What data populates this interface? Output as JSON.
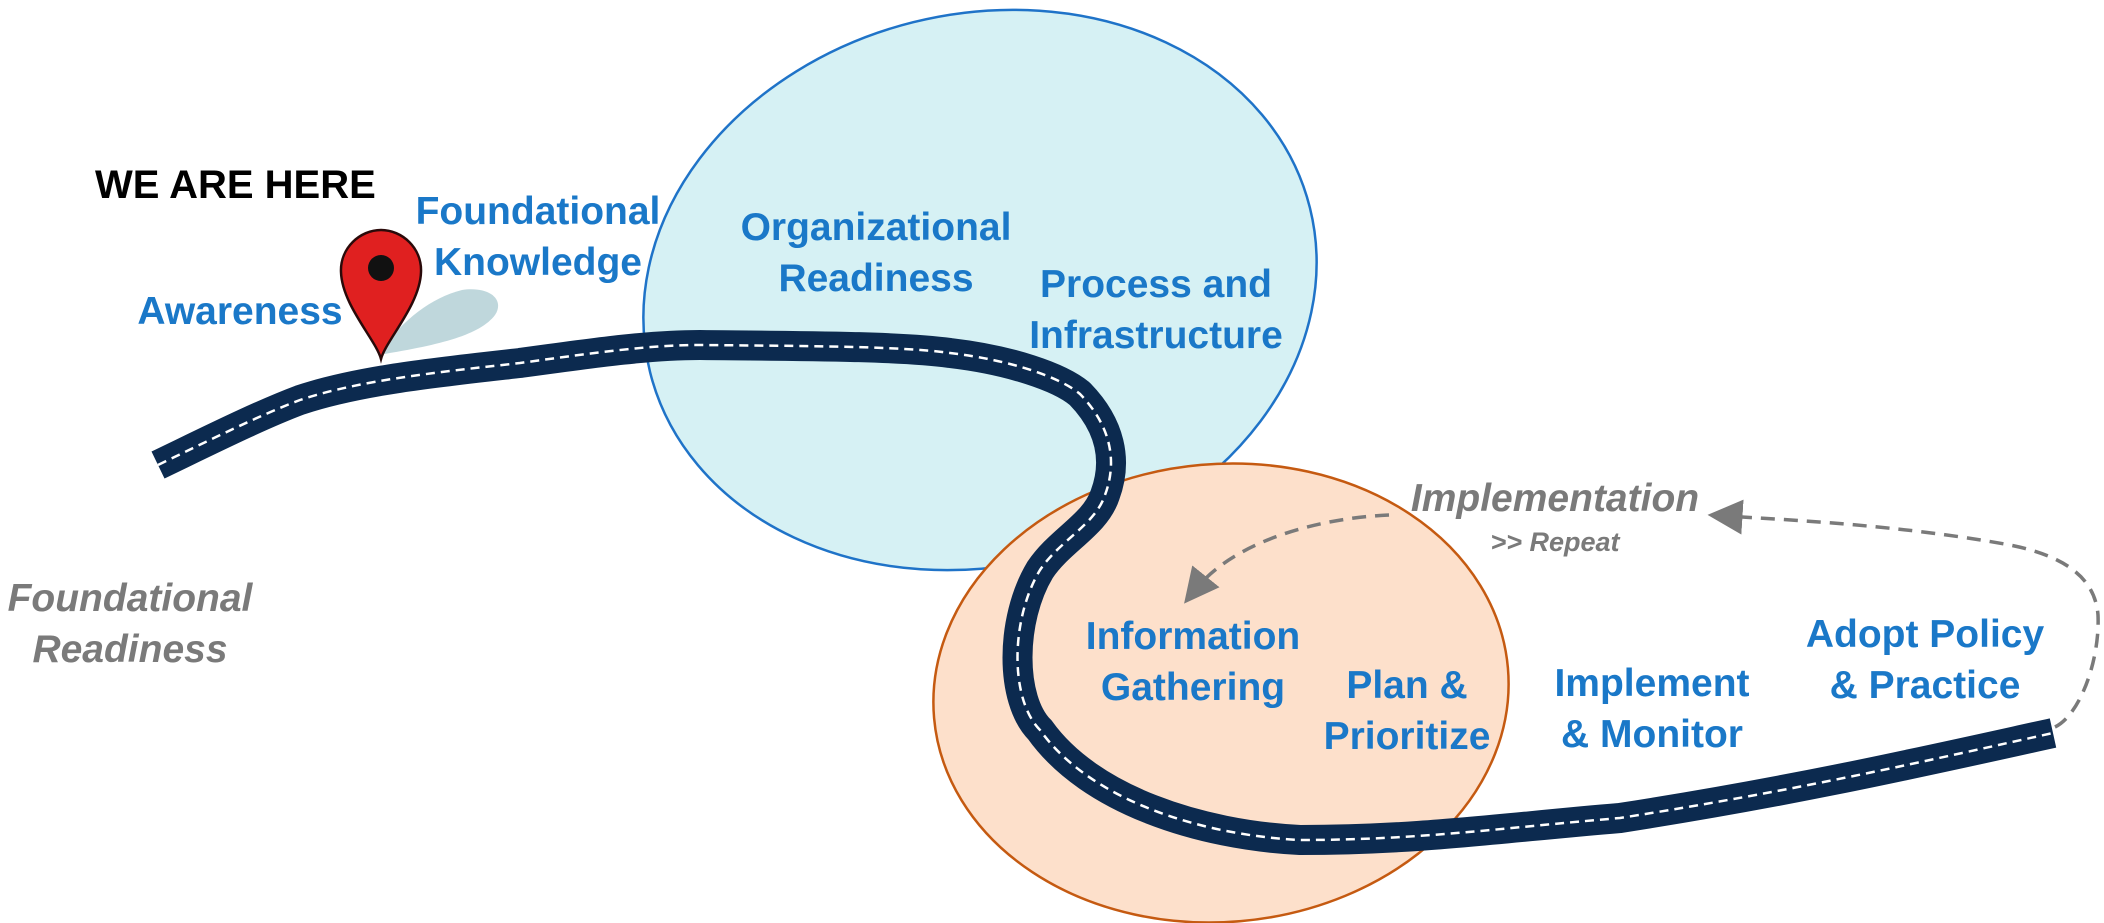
{
  "marker": {
    "label": "WE ARE HERE"
  },
  "stages": {
    "awareness": "Awareness",
    "foundational_knowledge": [
      "Foundational",
      "Knowledge"
    ],
    "organizational_readiness": [
      "Organizational",
      "Readiness"
    ],
    "process_infrastructure": [
      "Process and",
      "Infrastructure"
    ],
    "information_gathering": [
      "Information",
      "Gathering"
    ],
    "plan_prioritize": [
      "Plan &",
      "Prioritize"
    ],
    "implement_monitor": [
      "Implement",
      "& Monitor"
    ],
    "adopt_policy": [
      "Adopt Policy",
      "& Practice"
    ]
  },
  "phases": {
    "foundational_readiness": [
      "Foundational",
      "Readiness"
    ],
    "implementation": "Implementation",
    "repeat": ">> Repeat"
  },
  "colors": {
    "blue_ellipse_fill": "#d6f1f4",
    "blue_ellipse_stroke": "#1f73c8",
    "orange_ellipse_fill": "#fde0cb",
    "orange_ellipse_stroke": "#c55a11",
    "road": "#0c2a4f",
    "stage_text": "#1a78c8",
    "phase_text": "#7a7a7a",
    "pin": "#e02020"
  },
  "icons": [
    "location-pin-icon",
    "road-path",
    "repeat-arrow"
  ]
}
